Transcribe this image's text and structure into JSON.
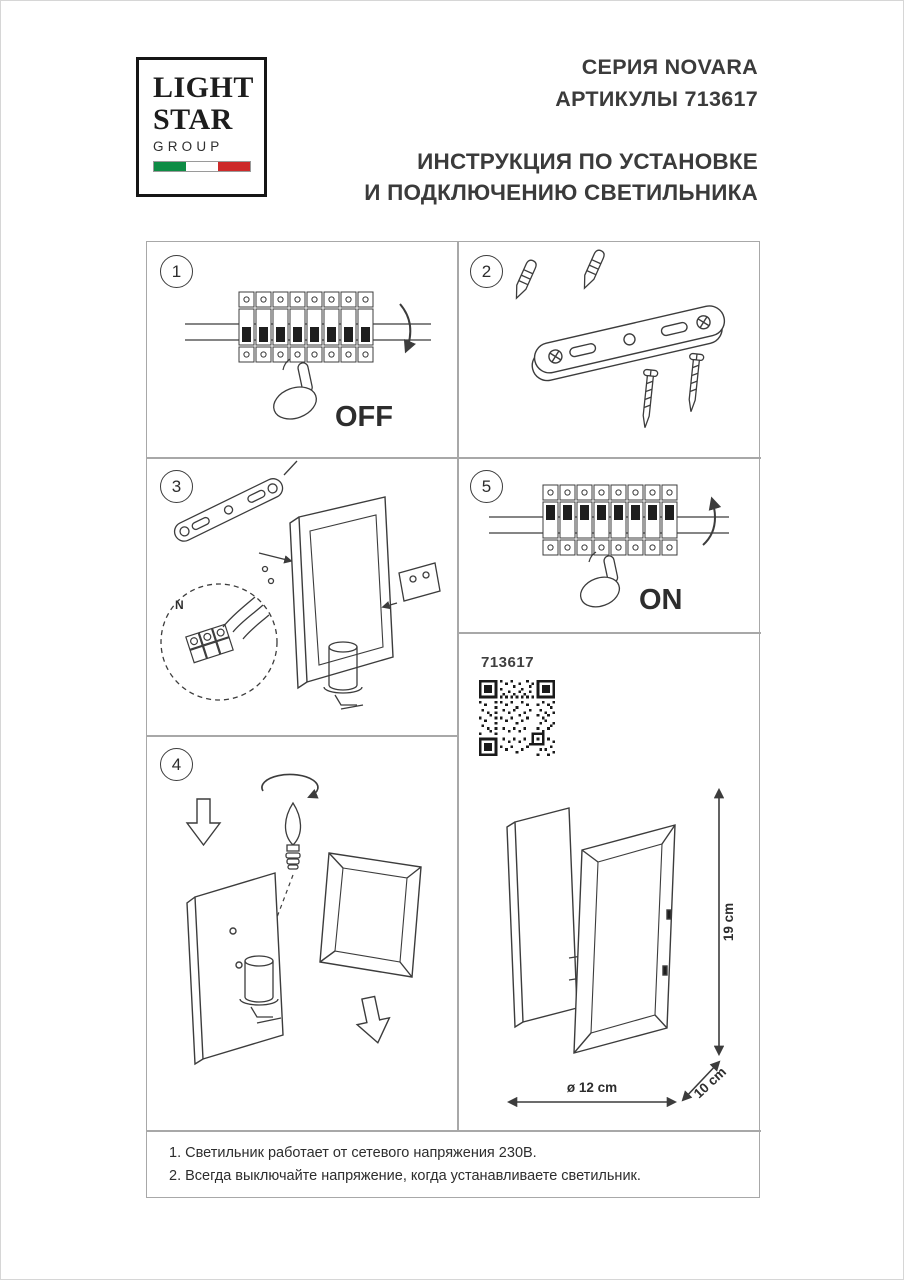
{
  "colors": {
    "ink": "#3c3c3c",
    "grid_line": "#a8a8a8",
    "flag_green": "#0e8c45",
    "flag_white": "#ffffff",
    "flag_red": "#cd2a2a"
  },
  "logo": {
    "line1": "LIGHT",
    "line2": "STAR",
    "line3": "GROUP"
  },
  "header": {
    "series": "СЕРИЯ NOVARA",
    "articles": "АРТИКУЛЫ 713617",
    "title_line1": "ИНСТРУКЦИЯ ПО УСТАНОВКЕ",
    "title_line2": "И ПОДКЛЮЧЕНИЮ СВЕТИЛЬНИКА"
  },
  "steps": {
    "s1": {
      "number": "1",
      "label": "OFF"
    },
    "s2": {
      "number": "2"
    },
    "s3": {
      "number": "3",
      "wire_label": "N"
    },
    "s4": {
      "number": "4"
    },
    "s5": {
      "number": "5",
      "label": "ON"
    }
  },
  "product": {
    "article": "713617",
    "dim_height": "19 cm",
    "dim_depth": "10 cm",
    "dim_diameter": "ø 12 cm"
  },
  "notes": [
    "1. Светильник работает от сетевого напряжения 230В.",
    "2. Всегда выключайте напряжение, когда устанавливаете светильник."
  ]
}
